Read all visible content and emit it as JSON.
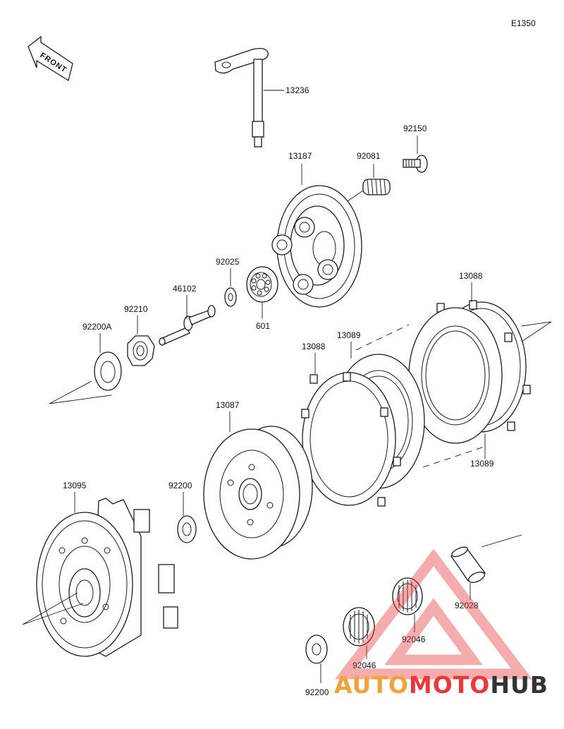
{
  "diagram_code": "E1350",
  "front_indicator": "FRONT",
  "parts": {
    "p13236": "13236",
    "p92150": "92150",
    "p92081": "92081",
    "p13187": "13187",
    "p92025": "92025",
    "p46102": "46102",
    "p601": "601",
    "p92210": "92210",
    "p92200A": "92200A",
    "p13088_top": "13088",
    "p13089_mid": "13089",
    "p13088_mid": "13088",
    "p13089_right": "13089",
    "p13087": "13087",
    "p13095": "13095",
    "p92200_washer": "92200",
    "p92028": "92028",
    "p92046_right": "92046",
    "p92046_left": "92046",
    "p92200_bottom": "92200"
  },
  "watermark": {
    "brand_part1": "AUTO",
    "brand_part2": "MOTO",
    "brand_part3": "HUB",
    "color_orange": "#f0a23c",
    "color_red": "#e83a3a",
    "color_dark": "#333333"
  }
}
